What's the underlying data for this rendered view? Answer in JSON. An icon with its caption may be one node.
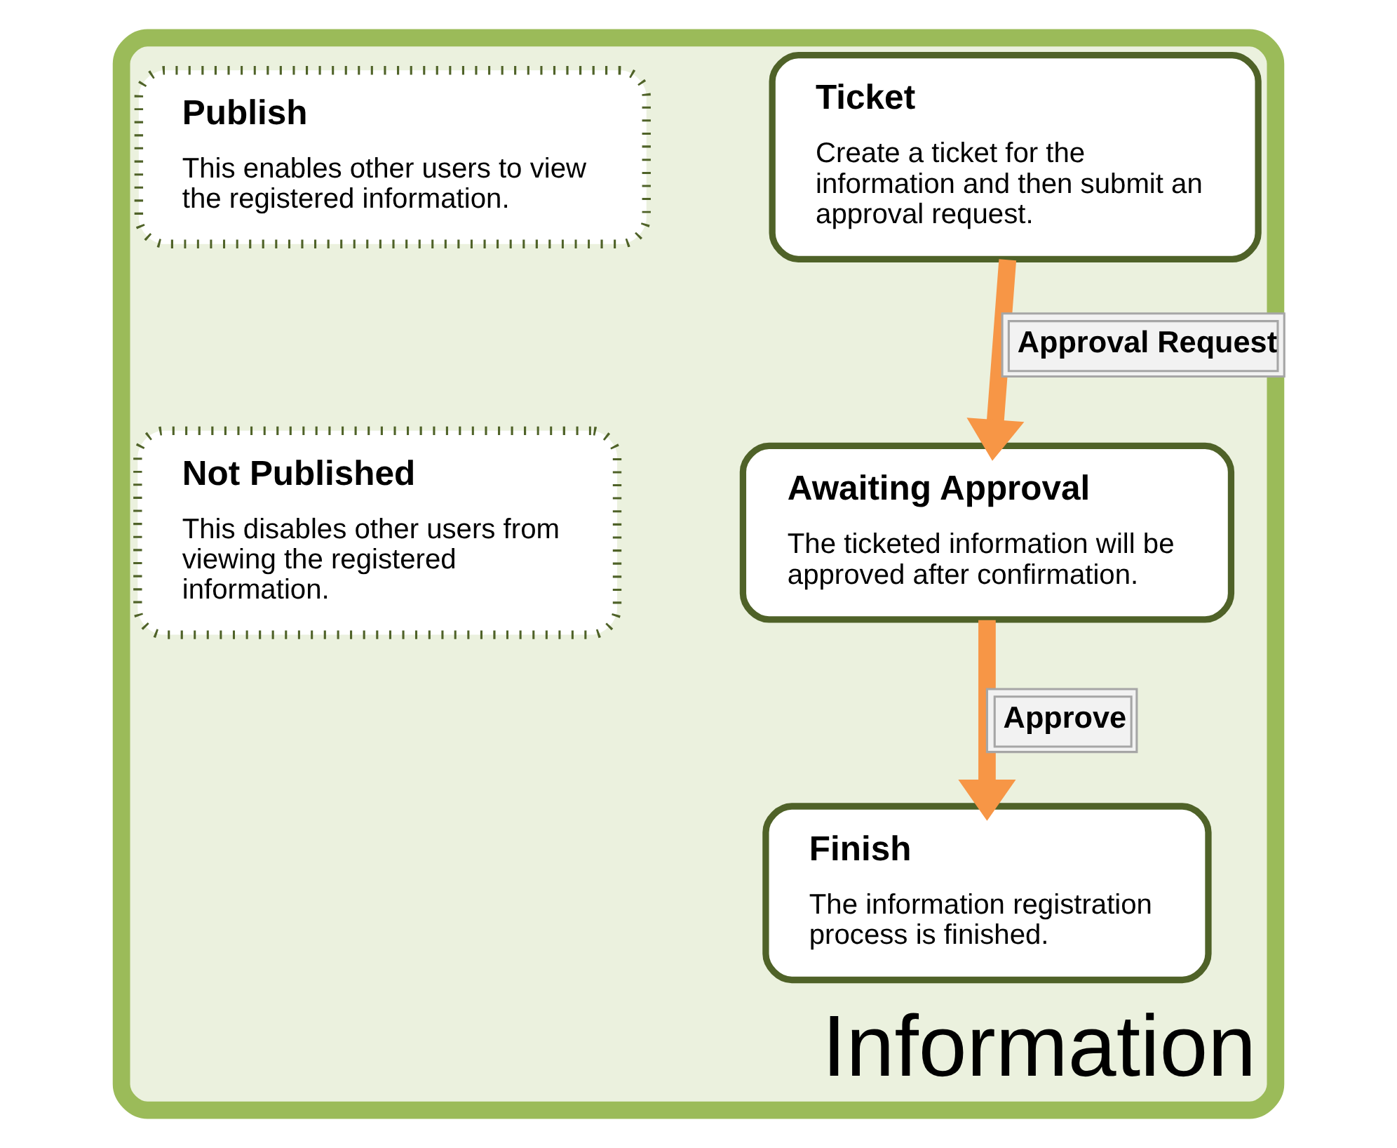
{
  "diagram": {
    "nodes": [
      {
        "text": [
          "Information"
        ]
      },
      {
        "text": [
          "Ticket",
          "Create a ticket for the information and then submit an approval request."
        ],
        "in": 0
      },
      {
        "text": [
          "Awaiting Approval",
          "The ticketed information will be approved after confirmation."
        ],
        "in": 0
      },
      {
        "text": [
          "Finish",
          "The information registration process is finished."
        ],
        "in": 0
      },
      {
        "text": [
          "Publish",
          "This enables other users to view the registered information."
        ],
        "in": 0
      },
      {
        "text": [
          "Not Published",
          "This disables other users from viewing the registered information."
        ],
        "in": 0
      }
    ],
    "edges": [
      {
        "from": 1,
        "to": 2,
        "arrow": "to",
        "label": "Approval Request"
      },
      {
        "from": 2,
        "to": 3,
        "arrow": "to",
        "label": "Approve"
      }
    ]
  }
}
